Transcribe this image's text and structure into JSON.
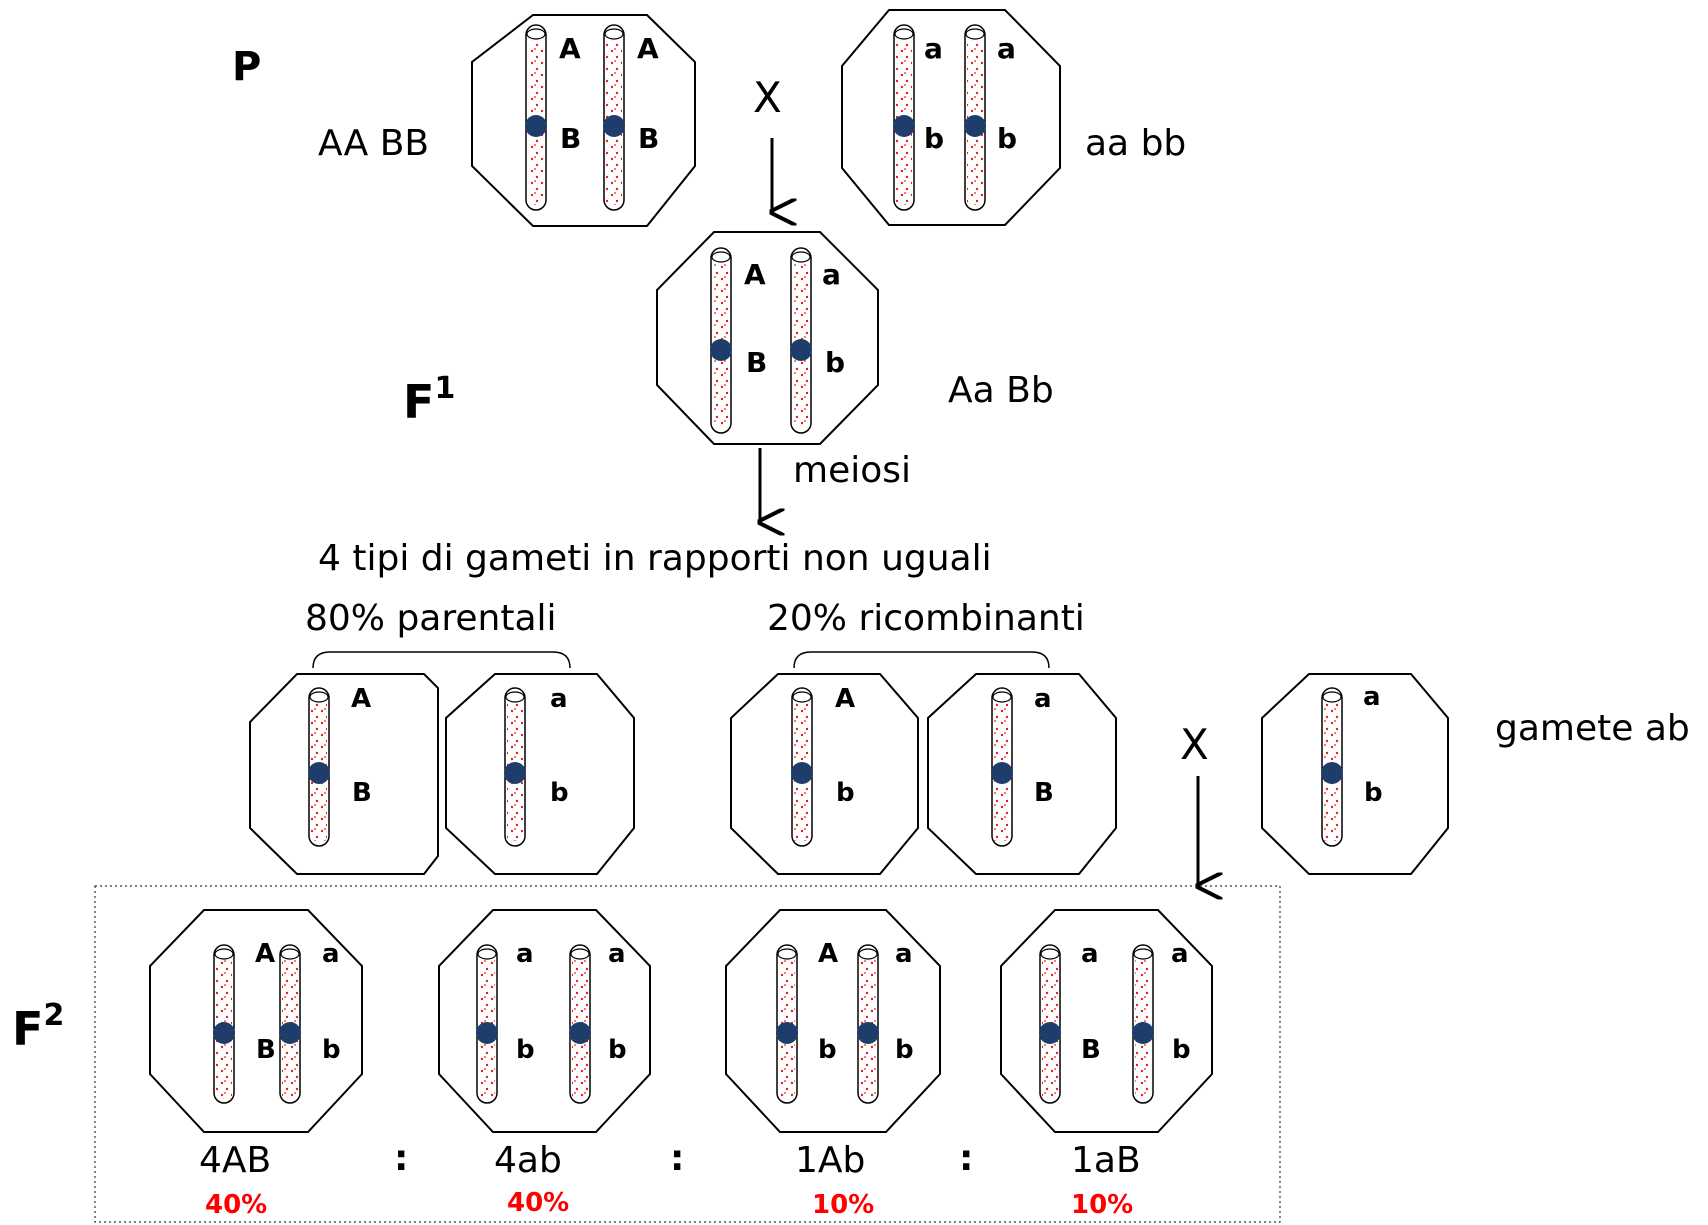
{
  "generations": {
    "p": "P",
    "f1_letter": "F",
    "f1_sup": "1",
    "f2_letter": "F",
    "f2_sup": "2"
  },
  "cross_symbol": "X",
  "parents": [
    {
      "genotype": "AA BB",
      "chromosomes": [
        {
          "top": "A",
          "bottom": "B"
        },
        {
          "top": "A",
          "bottom": "B"
        }
      ]
    },
    {
      "genotype": "aa bb",
      "chromosomes": [
        {
          "top": "a",
          "bottom": "b"
        },
        {
          "top": "a",
          "bottom": "b"
        }
      ]
    }
  ],
  "f1": {
    "genotype": "Aa Bb",
    "chromosomes": [
      {
        "top": "A",
        "bottom": "B"
      },
      {
        "top": "a",
        "bottom": "b"
      }
    ]
  },
  "meiosis_label": "meiosi",
  "gametes_heading": "4 tipi di gameti in rapporti non uguali",
  "groups": [
    {
      "label": "80% parentali"
    },
    {
      "label": "20% ricombinanti"
    }
  ],
  "gametes": [
    {
      "top": "A",
      "bottom": "B"
    },
    {
      "top": "a",
      "bottom": "b"
    },
    {
      "top": "A",
      "bottom": "b"
    },
    {
      "top": "a",
      "bottom": "B"
    }
  ],
  "test_gamete": {
    "label": "gamete ab",
    "top": "a",
    "bottom": "b"
  },
  "offspring": [
    {
      "chromosomes": [
        {
          "top": "A",
          "bottom": "B"
        },
        {
          "top": "a",
          "bottom": "b"
        }
      ],
      "ratio": "4AB",
      "percent": "40%"
    },
    {
      "chromosomes": [
        {
          "top": "a",
          "bottom": "b"
        },
        {
          "top": "a",
          "bottom": "b"
        }
      ],
      "ratio": "4ab",
      "percent": "40%"
    },
    {
      "chromosomes": [
        {
          "top": "A",
          "bottom": "b"
        },
        {
          "top": "a",
          "bottom": "b"
        }
      ],
      "ratio": "1Ab",
      "percent": "10%"
    },
    {
      "chromosomes": [
        {
          "top": "a",
          "bottom": "B"
        },
        {
          "top": "a",
          "bottom": "b"
        }
      ],
      "ratio": "1aB",
      "percent": "10%"
    }
  ],
  "ratio_separator": ":",
  "colors": {
    "centromere": "#1f3d6b",
    "dots": "#e02020",
    "percent": "#ff0000",
    "line": "#000000"
  }
}
